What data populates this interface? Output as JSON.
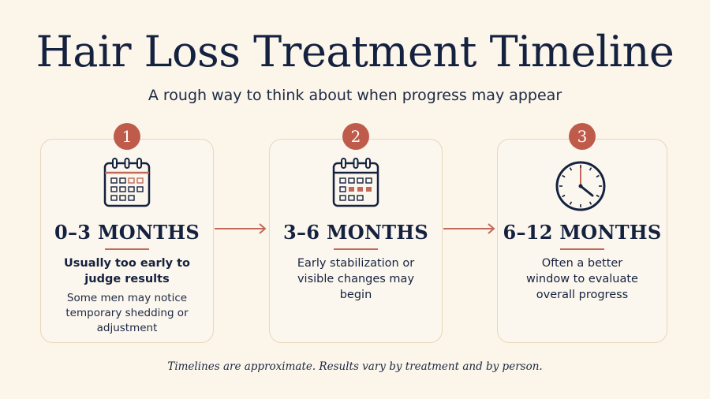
{
  "title": "Hair Loss Treatment Timeline",
  "subtitle": "A rough way to think about when progress may appear",
  "stages": [
    {
      "number": "1",
      "icon": "calendar-icon",
      "period": "0–3 MONTHS",
      "primary": "Usually too early to judge results",
      "secondary": "Some men may notice temporary shedding or adjustment"
    },
    {
      "number": "2",
      "icon": "calendar-icon",
      "period": "3–6 MONTHS",
      "primary": "Early stabilization or visible changes may begin",
      "secondary": ""
    },
    {
      "number": "3",
      "icon": "clock-icon",
      "period": "6–12 MONTHS",
      "primary": "Often a better window to evaluate overall progress",
      "secondary": ""
    }
  ],
  "footnote": "Timelines are approximate. Results vary by treatment and by person.",
  "colors": {
    "accent": "#bf5b4b",
    "navy": "#14213f",
    "background": "#fbf5ea",
    "card_border": "#e9d6b9"
  }
}
